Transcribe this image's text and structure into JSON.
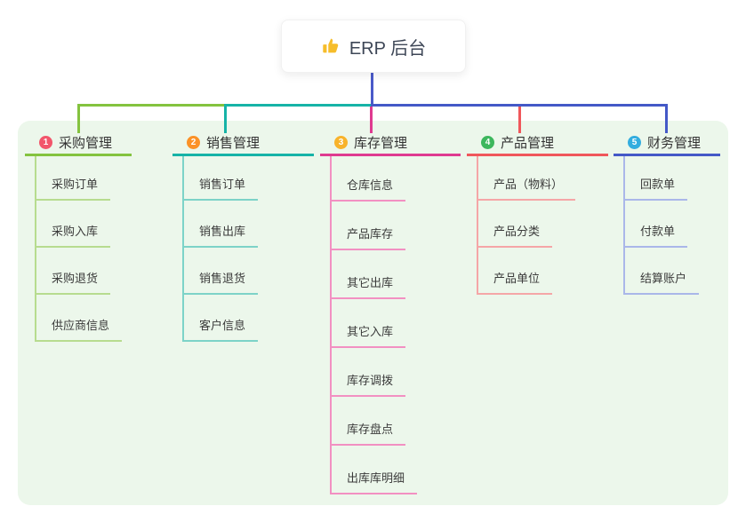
{
  "root": {
    "label": "ERP 后台",
    "icon": "thumbs-up-icon"
  },
  "branches": [
    {
      "num": "1",
      "label": "采购管理",
      "color": "#84c33f",
      "tint": "#b7dc8f",
      "badge_color": "#f2566b",
      "children": [
        "采购订单",
        "采购入库",
        "采购退货",
        "供应商信息"
      ]
    },
    {
      "num": "2",
      "label": "销售管理",
      "color": "#16b3a7",
      "tint": "#7dd3c8",
      "badge_color": "#fb9227",
      "children": [
        "销售订单",
        "销售出库",
        "销售退货",
        "客户信息"
      ]
    },
    {
      "num": "3",
      "label": "库存管理",
      "color": "#df3a90",
      "tint": "#f290c2",
      "badge_color": "#f8b32b",
      "children": [
        "仓库信息",
        "产品库存",
        "其它出库",
        "其它入库",
        "库存调拨",
        "库存盘点",
        "出库库明细"
      ]
    },
    {
      "num": "4",
      "label": "产品管理",
      "color": "#f0575b",
      "tint": "#f5a6a7",
      "badge_color": "#3db75d",
      "children": [
        "产品（物料）",
        "产品分类",
        "产品单位"
      ]
    },
    {
      "num": "5",
      "label": "财务管理",
      "color": "#4459c7",
      "tint": "#aab7e9",
      "badge_color": "#33addf",
      "children": [
        "回款单",
        "付款单",
        "结算账户"
      ]
    }
  ],
  "canvas": {
    "background": "#ffffff",
    "panel_color": "#ecf7eb",
    "root_line_color": "#4a5ac9"
  }
}
